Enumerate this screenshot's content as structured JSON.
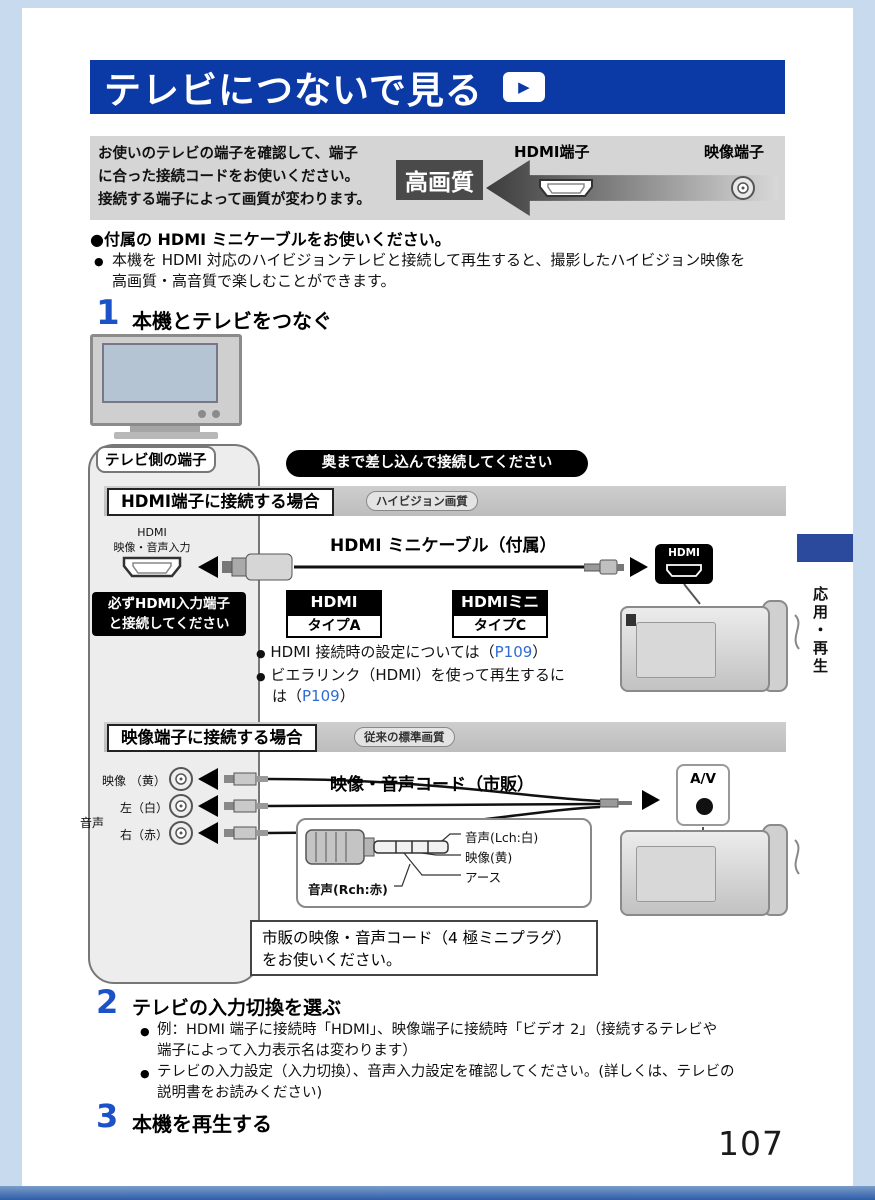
{
  "colors": {
    "header_blue": "#0b3aa6",
    "step_blue": "#1c52c8",
    "link_blue": "#2e6bd4"
  },
  "page": {
    "number": "107"
  },
  "side": {
    "label": "応用・再生"
  },
  "header": {
    "title": "テレビにつないで見る",
    "play_icon": "▶"
  },
  "intro": {
    "line1": "お使いのテレビの端子を確認して、端子",
    "line2": "に合った接続コードをお使いください。",
    "line3": "接続する端子によって画質が変わります。",
    "quality_label": "高画質",
    "hdmi_terminal": "HDMI端子",
    "video_terminal": "映像端子"
  },
  "notes": {
    "bullet": "●",
    "note1": "●付属の HDMI ミニケーブルをお使いください。",
    "note2_line1": "本機を HDMI 対応のハイビジョンテレビと接続して再生すると、撮影したハイビジョン映像を",
    "note2_line2": "高画質・高音質で楽しむことができます。"
  },
  "step1": {
    "number": "1",
    "title": "本機とテレビをつなぐ",
    "tv_side_label": "テレビ側の端子",
    "insert_note": "奥まで差し込んで接続してください"
  },
  "hdmi": {
    "title": "HDMI端子に接続する場合",
    "badge": "ハイビジョン画質",
    "input_line1": "HDMI",
    "input_line2": "映像・音声入力",
    "cable_label": "HDMI ミニケーブル（付属）",
    "warn1": "必ずHDMI入力端子",
    "warn2": "と接続してください",
    "plug_a": "HDMI",
    "plug_a_type": "タイプA",
    "plug_c": "HDMIミニ",
    "plug_c_type": "タイプC",
    "port": "HDMI",
    "b1_pre": "HDMI 接続時の設定については（",
    "b1_link": "P109",
    "b1_post": "）",
    "b2_line1": "ビエラリンク（HDMI）を使って再生するに",
    "b2_pre": "は（",
    "b2_link": "P109",
    "b2_post": "）"
  },
  "av": {
    "title": "映像端子に接続する場合",
    "badge": "従来の標準画質",
    "jack_video": "映像 （黄）",
    "jack_left": "左（白）",
    "jack_group": "音声",
    "jack_right": "右（赤）",
    "cable_label": "映像・音声コード（市販）",
    "port": "A/V",
    "pin_lch": "音声(Lch:白)",
    "pin_video": "映像(黄)",
    "pin_gnd": "アース",
    "pin_rch": "音声(Rch:赤)",
    "note_line1": "市販の映像・音声コード（4 極ミニプラグ）",
    "note_line2": "をお使いください。"
  },
  "step2": {
    "number": "2",
    "title": "テレビの入力切換を選ぶ",
    "b1_line1": "例：HDMI 端子に接続時「HDMI」、映像端子に接続時「ビデオ 2」（接続するテレビや",
    "b1_line2": "端子によって入力表示名は変わります）",
    "b2_line1": "テレビの入力設定（入力切換）、音声入力設定を確認してください。(詳しくは、テレビの",
    "b2_line2": "説明書をお読みください)"
  },
  "step3": {
    "number": "3",
    "title": "本機を再生する"
  }
}
